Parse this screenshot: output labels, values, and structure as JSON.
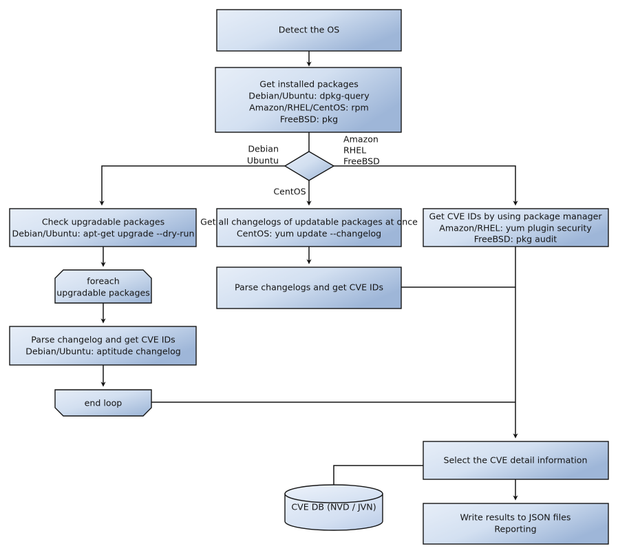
{
  "diagram": {
    "title": "Vulnerability scanning flowchart",
    "colors": {
      "box_gradient_start": "#e3eaf6",
      "box_gradient_end": "#9bb4d6",
      "stroke": "#141414",
      "background": "#ffffff",
      "text": "#141414"
    },
    "nodes": [
      {
        "id": "detect-os",
        "shape": "rect",
        "lines": [
          "Detect the OS"
        ]
      },
      {
        "id": "get-installed-packages",
        "shape": "rect",
        "lines": [
          "Get installed packages",
          "Debian/Ubuntu: dpkg-query",
          "Amazon/RHEL/CentOS: rpm",
          "FreeBSD: pkg"
        ]
      },
      {
        "id": "os-decision",
        "shape": "diamond",
        "lines": []
      },
      {
        "id": "check-upgradable-packages",
        "shape": "rect",
        "lines": [
          "Check upgradable packages",
          "Debian/Ubuntu: apt-get upgrade --dry-run"
        ]
      },
      {
        "id": "get-all-changelogs",
        "shape": "rect",
        "lines": [
          "Get all changelogs of updatable packages at once",
          "CentOS: yum update --changelog"
        ]
      },
      {
        "id": "get-cve-ids-package-manager",
        "shape": "rect",
        "lines": [
          "Get CVE IDs by using package manager",
          "Amazon/RHEL: yum plugin security",
          "FreeBSD: pkg audit"
        ]
      },
      {
        "id": "foreach-loop-start",
        "shape": "loop-start",
        "lines": [
          "foreach",
          "upgradable  packages"
        ]
      },
      {
        "id": "parse-changelogs-cve-ids",
        "shape": "rect",
        "lines": [
          "Parse changelogs and get CVE IDs"
        ]
      },
      {
        "id": "parse-changelog-cve-ids",
        "shape": "rect",
        "lines": [
          "Parse changelog and get  CVE IDs",
          "Debian/Ubuntu: aptitude changelog"
        ]
      },
      {
        "id": "end-loop",
        "shape": "loop-end",
        "lines": [
          "end loop"
        ]
      },
      {
        "id": "select-cve-detail",
        "shape": "rect",
        "lines": [
          "Select the CVE detail information"
        ]
      },
      {
        "id": "cve-database",
        "shape": "cylinder",
        "lines": [
          "CVE DB (NVD / JVN)"
        ]
      },
      {
        "id": "write-results",
        "shape": "rect",
        "lines": [
          "Write results to JSON files",
          "Reporting"
        ]
      }
    ],
    "edge_labels": {
      "debian_branch": [
        "Debian",
        "Ubuntu"
      ],
      "amazon_branch": [
        "Amazon",
        "RHEL",
        "FreeBSD"
      ],
      "centos_branch": [
        "CentOS"
      ]
    }
  }
}
